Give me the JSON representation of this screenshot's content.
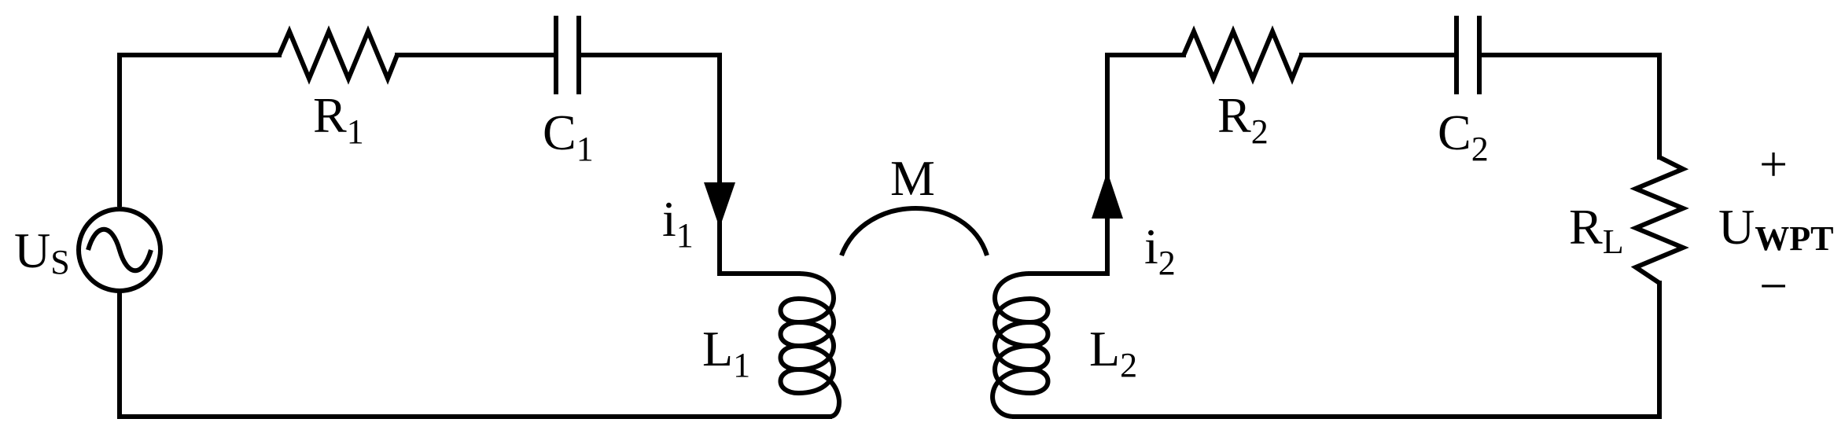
{
  "labels": {
    "r1": {
      "main": "R",
      "sub": "1"
    },
    "c1": {
      "main": "C",
      "sub": "1"
    },
    "us": {
      "main": "U",
      "sub": "S"
    },
    "i1": {
      "main": "i",
      "sub": "1"
    },
    "l1": {
      "main": "L",
      "sub": "1"
    },
    "m": {
      "main": "M"
    },
    "l2": {
      "main": "L",
      "sub": "2"
    },
    "i2": {
      "main": "i",
      "sub": "2"
    },
    "r2": {
      "main": "R",
      "sub": "2"
    },
    "c2": {
      "main": "C",
      "sub": "2"
    },
    "rl": {
      "main": "R",
      "sub": "L"
    },
    "uwpt": {
      "main": "U",
      "sub": "WPT"
    },
    "plus": "+",
    "minus": "−"
  },
  "colors": {
    "stroke": "#000000",
    "background": "#ffffff"
  }
}
